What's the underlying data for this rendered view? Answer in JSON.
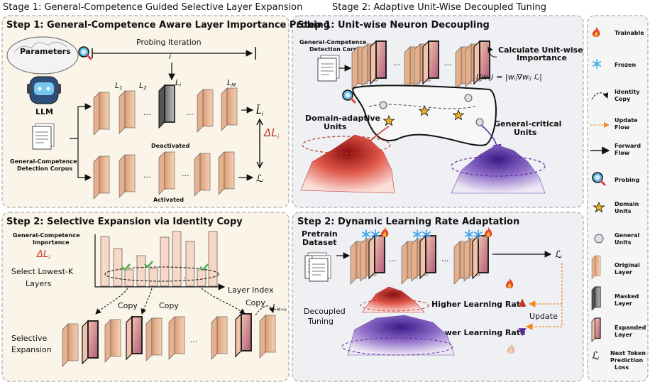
{
  "stages": {
    "s1": "Stage 1: General-Competence Guided Selective Layer Expansion",
    "s2": "Stage 2: Adaptive Unit-Wise Decoupled Tuning"
  },
  "p1": {
    "title": "Step 1: General-Competence Aware Layer Importance Probing",
    "parameters": "Parameters",
    "llm": "LLM",
    "probing": "Probing Iteration",
    "iter": "i",
    "corpus1": "General-Competence",
    "corpus2": "Detection  Corpus",
    "l1": "L",
    "l1s": "1",
    "l2": "L",
    "l2s": "2",
    "li": "L",
    "lis": "i",
    "lm": "L",
    "lms": "M",
    "deactivated": "Deactivated",
    "activated": "Activated",
    "loss_tilde": "L̃",
    "loss_tilde_s": "i",
    "loss": "ℒ",
    "dloss": "ΔL",
    "dloss_s": "i",
    "dots": "..."
  },
  "p2": {
    "title": "Step 2: Selective Expansion via Identity Copy",
    "importance1": "General-Competence",
    "importance2": "Importance",
    "dloss": "ΔL",
    "dloss_s": "i",
    "select1": "Select Lowest-K",
    "select2": "Layers",
    "layer_index": "Layer Index",
    "copy": "Copy",
    "expansion1": "Selective",
    "expansion2": "Expansion",
    "lmk": "L",
    "lmk_s": "M+k",
    "dots": "..."
  },
  "p3": {
    "title": "Step 1: Unit-wise Neuron Decoupling",
    "corpus1": "General-Competence",
    "corpus2": "Detection  Corpus",
    "calc1": "Calculate Unit-wise",
    "calc2": "Importance",
    "formula": "I(wᵢⱼ) = |wᵢⱼ∇wᵢⱼ ℒ|",
    "domain1": "Domain-adaptive",
    "domain2": "Units",
    "general1": "General-critical",
    "general2": "Units",
    "dots": "..."
  },
  "p4": {
    "title": "Step 2: Dynamic Learning Rate Adaptation",
    "pretrain1": "Pretrain",
    "pretrain2": "Dataset",
    "loss": "ℒ",
    "higher": "Higher Learning Rate",
    "lower": "Lower Learning Rate",
    "update": "Update",
    "decoupled1": "Decoupled",
    "decoupled2": "Tuning",
    "dots": "..."
  },
  "legend": {
    "items": [
      {
        "icon": "flame-icon",
        "label": "Trainable"
      },
      {
        "icon": "snowflake-icon",
        "label": "Frozen"
      },
      {
        "icon": "identity-copy-icon",
        "label": "Identity Copy"
      },
      {
        "icon": "update-flow-icon",
        "label": "Update Flow"
      },
      {
        "icon": "forward-flow-icon",
        "label": "Forward Flow"
      },
      {
        "icon": "probe-icon",
        "label": "Probing"
      },
      {
        "icon": "star-icon",
        "label": "Domain Units"
      },
      {
        "icon": "circle-icon",
        "label": "General Units"
      },
      {
        "icon": "original-layer-icon",
        "label": "Original Layer"
      },
      {
        "icon": "masked-layer-icon",
        "label": "Masked Layer"
      },
      {
        "icon": "expanded-layer-icon",
        "label": "Expanded Layer"
      },
      {
        "icon": "loss-icon",
        "label": "Next Token Prediction Loss"
      }
    ],
    "loss_symbol": "ℒ"
  },
  "colors": {
    "orig": "#f2c4a4",
    "expanded": "#c86a7a",
    "masked": "#9e9e9e",
    "red": "#c0392b",
    "purple": "#5b2a9e",
    "orange": "#f5a623"
  }
}
